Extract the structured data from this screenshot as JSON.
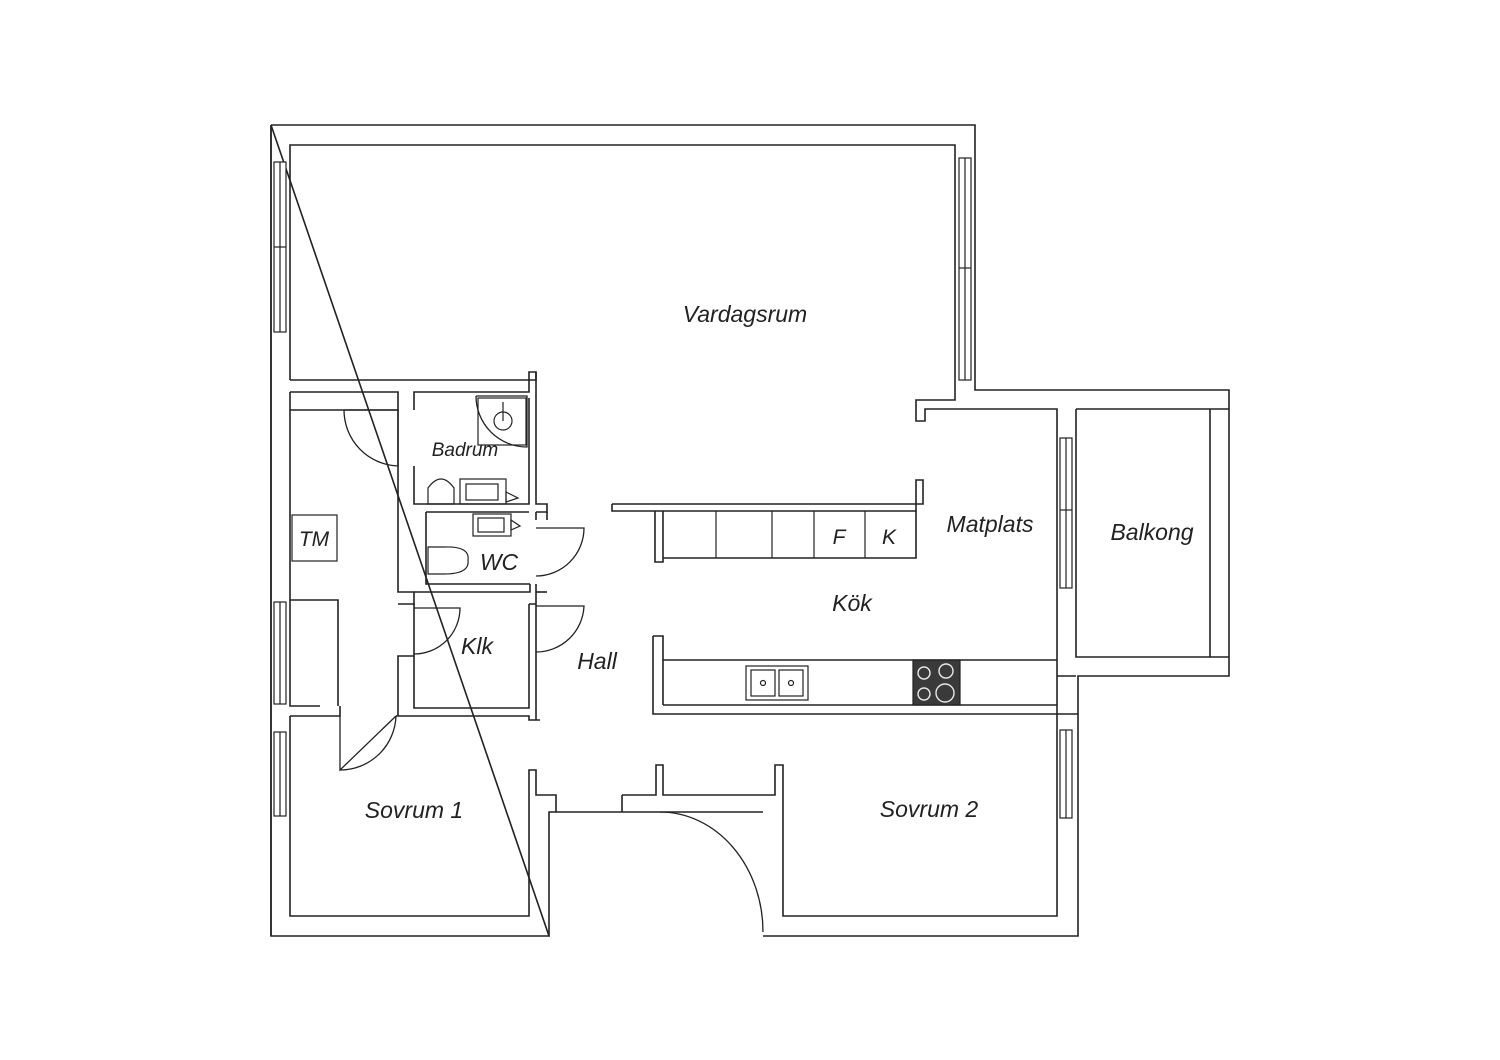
{
  "plan": {
    "rooms": {
      "vardagsrum": "Vardagsrum",
      "badrum": "Badrum",
      "wc": "WC",
      "tm": "TM",
      "matplats": "Matplats",
      "balkong": "Balkong",
      "kok": "Kök",
      "klk": "Klk",
      "hall": "Hall",
      "sovrum1": "Sovrum 1",
      "sovrum2": "Sovrum 2"
    },
    "appliances": {
      "fridge": "F",
      "freezer": "K"
    }
  }
}
